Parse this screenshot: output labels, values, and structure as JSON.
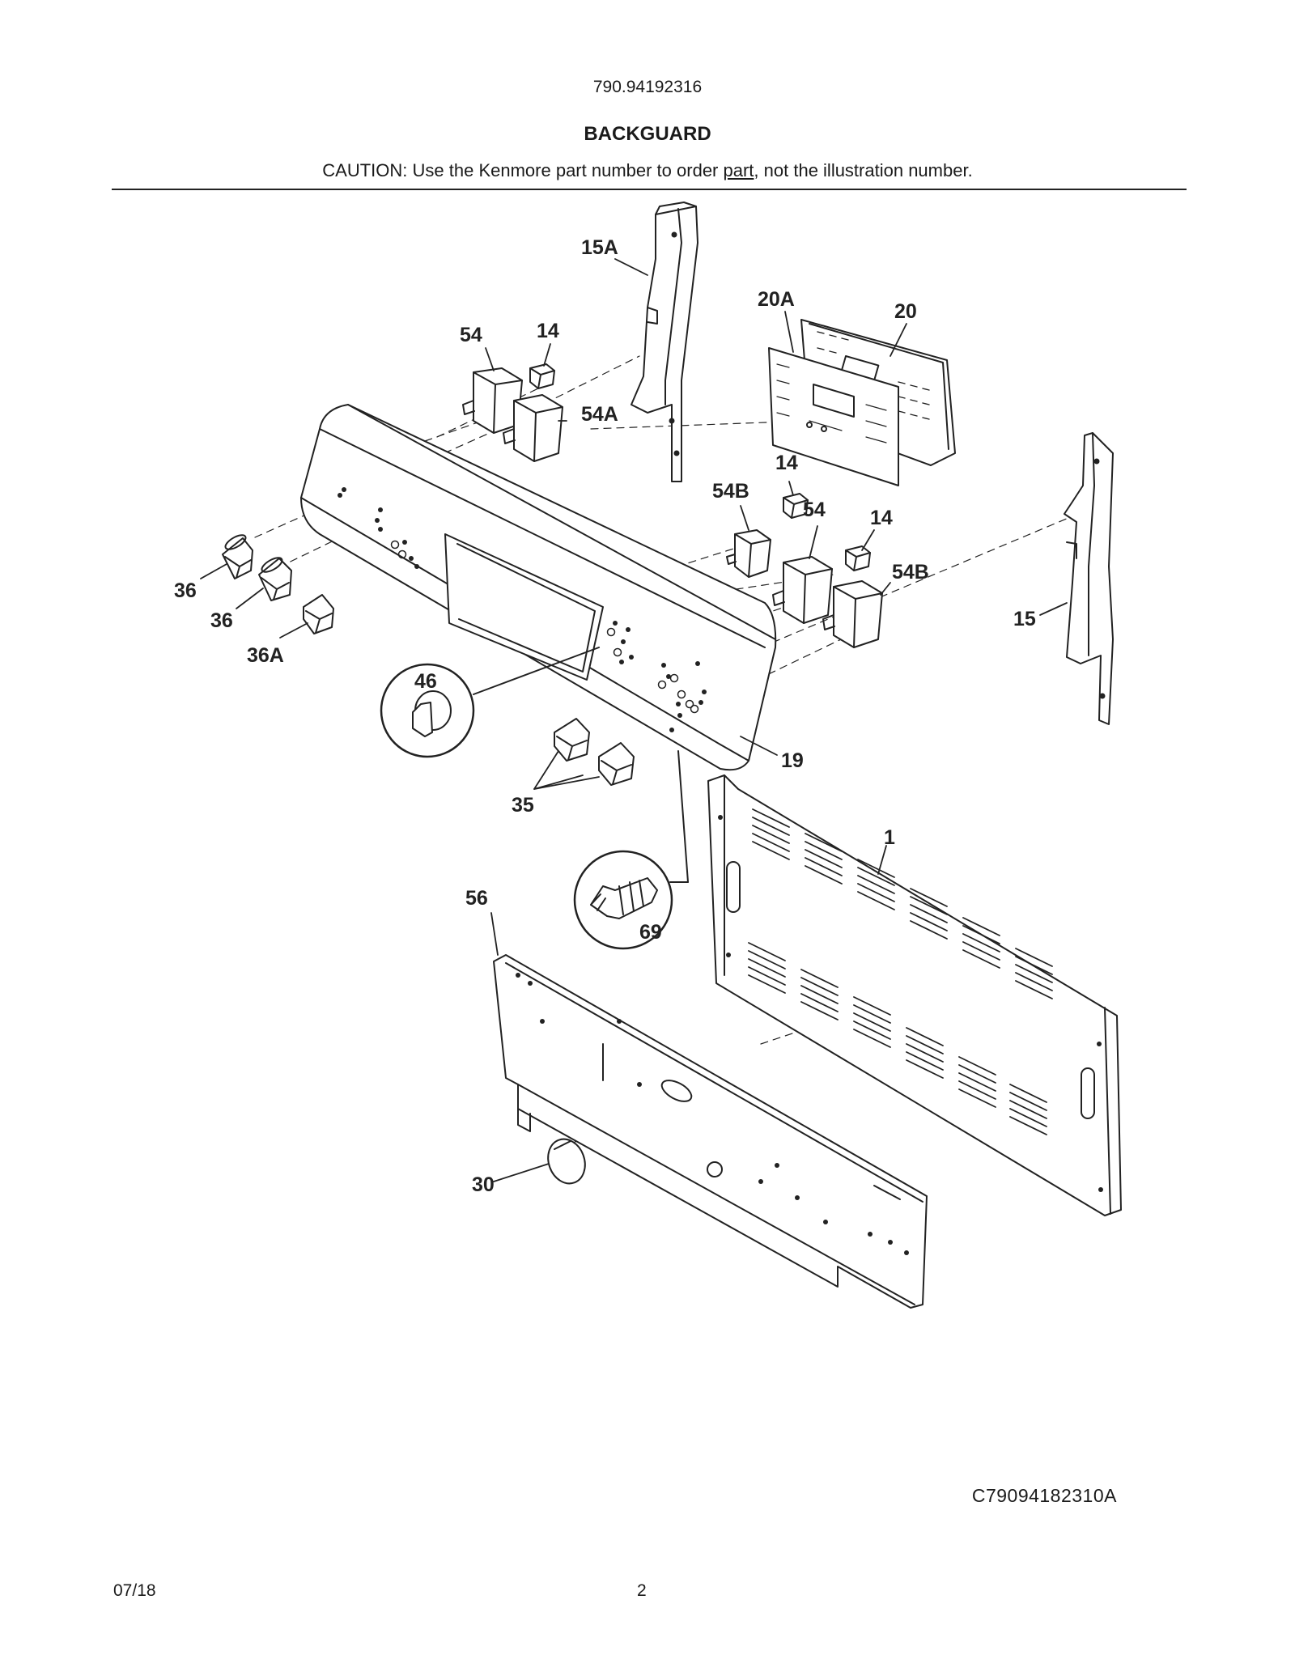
{
  "header": {
    "model": "790.94192316",
    "title": "BACKGUARD",
    "caution_before": "CAUTION: Use the Kenmore part number to order ",
    "caution_underlined": "part",
    "caution_after": ", not the illustration number."
  },
  "callouts": {
    "c15A": "15A",
    "c20A": "20A",
    "c20": "20",
    "c54_top": "54",
    "c14_top": "14",
    "c54A": "54A",
    "c14_mid": "14",
    "c54B_small": "54B",
    "c54_mid": "54",
    "c14_right": "14",
    "c54B": "54B",
    "c36_a": "36",
    "c36_b": "36",
    "c36A": "36A",
    "c15": "15",
    "c46": "46",
    "c19": "19",
    "c35": "35",
    "c1": "1",
    "c56": "56",
    "c69": "69",
    "c30": "30"
  },
  "footer": {
    "figure_code": "C79094182310A",
    "date": "07/18",
    "page": "2"
  }
}
